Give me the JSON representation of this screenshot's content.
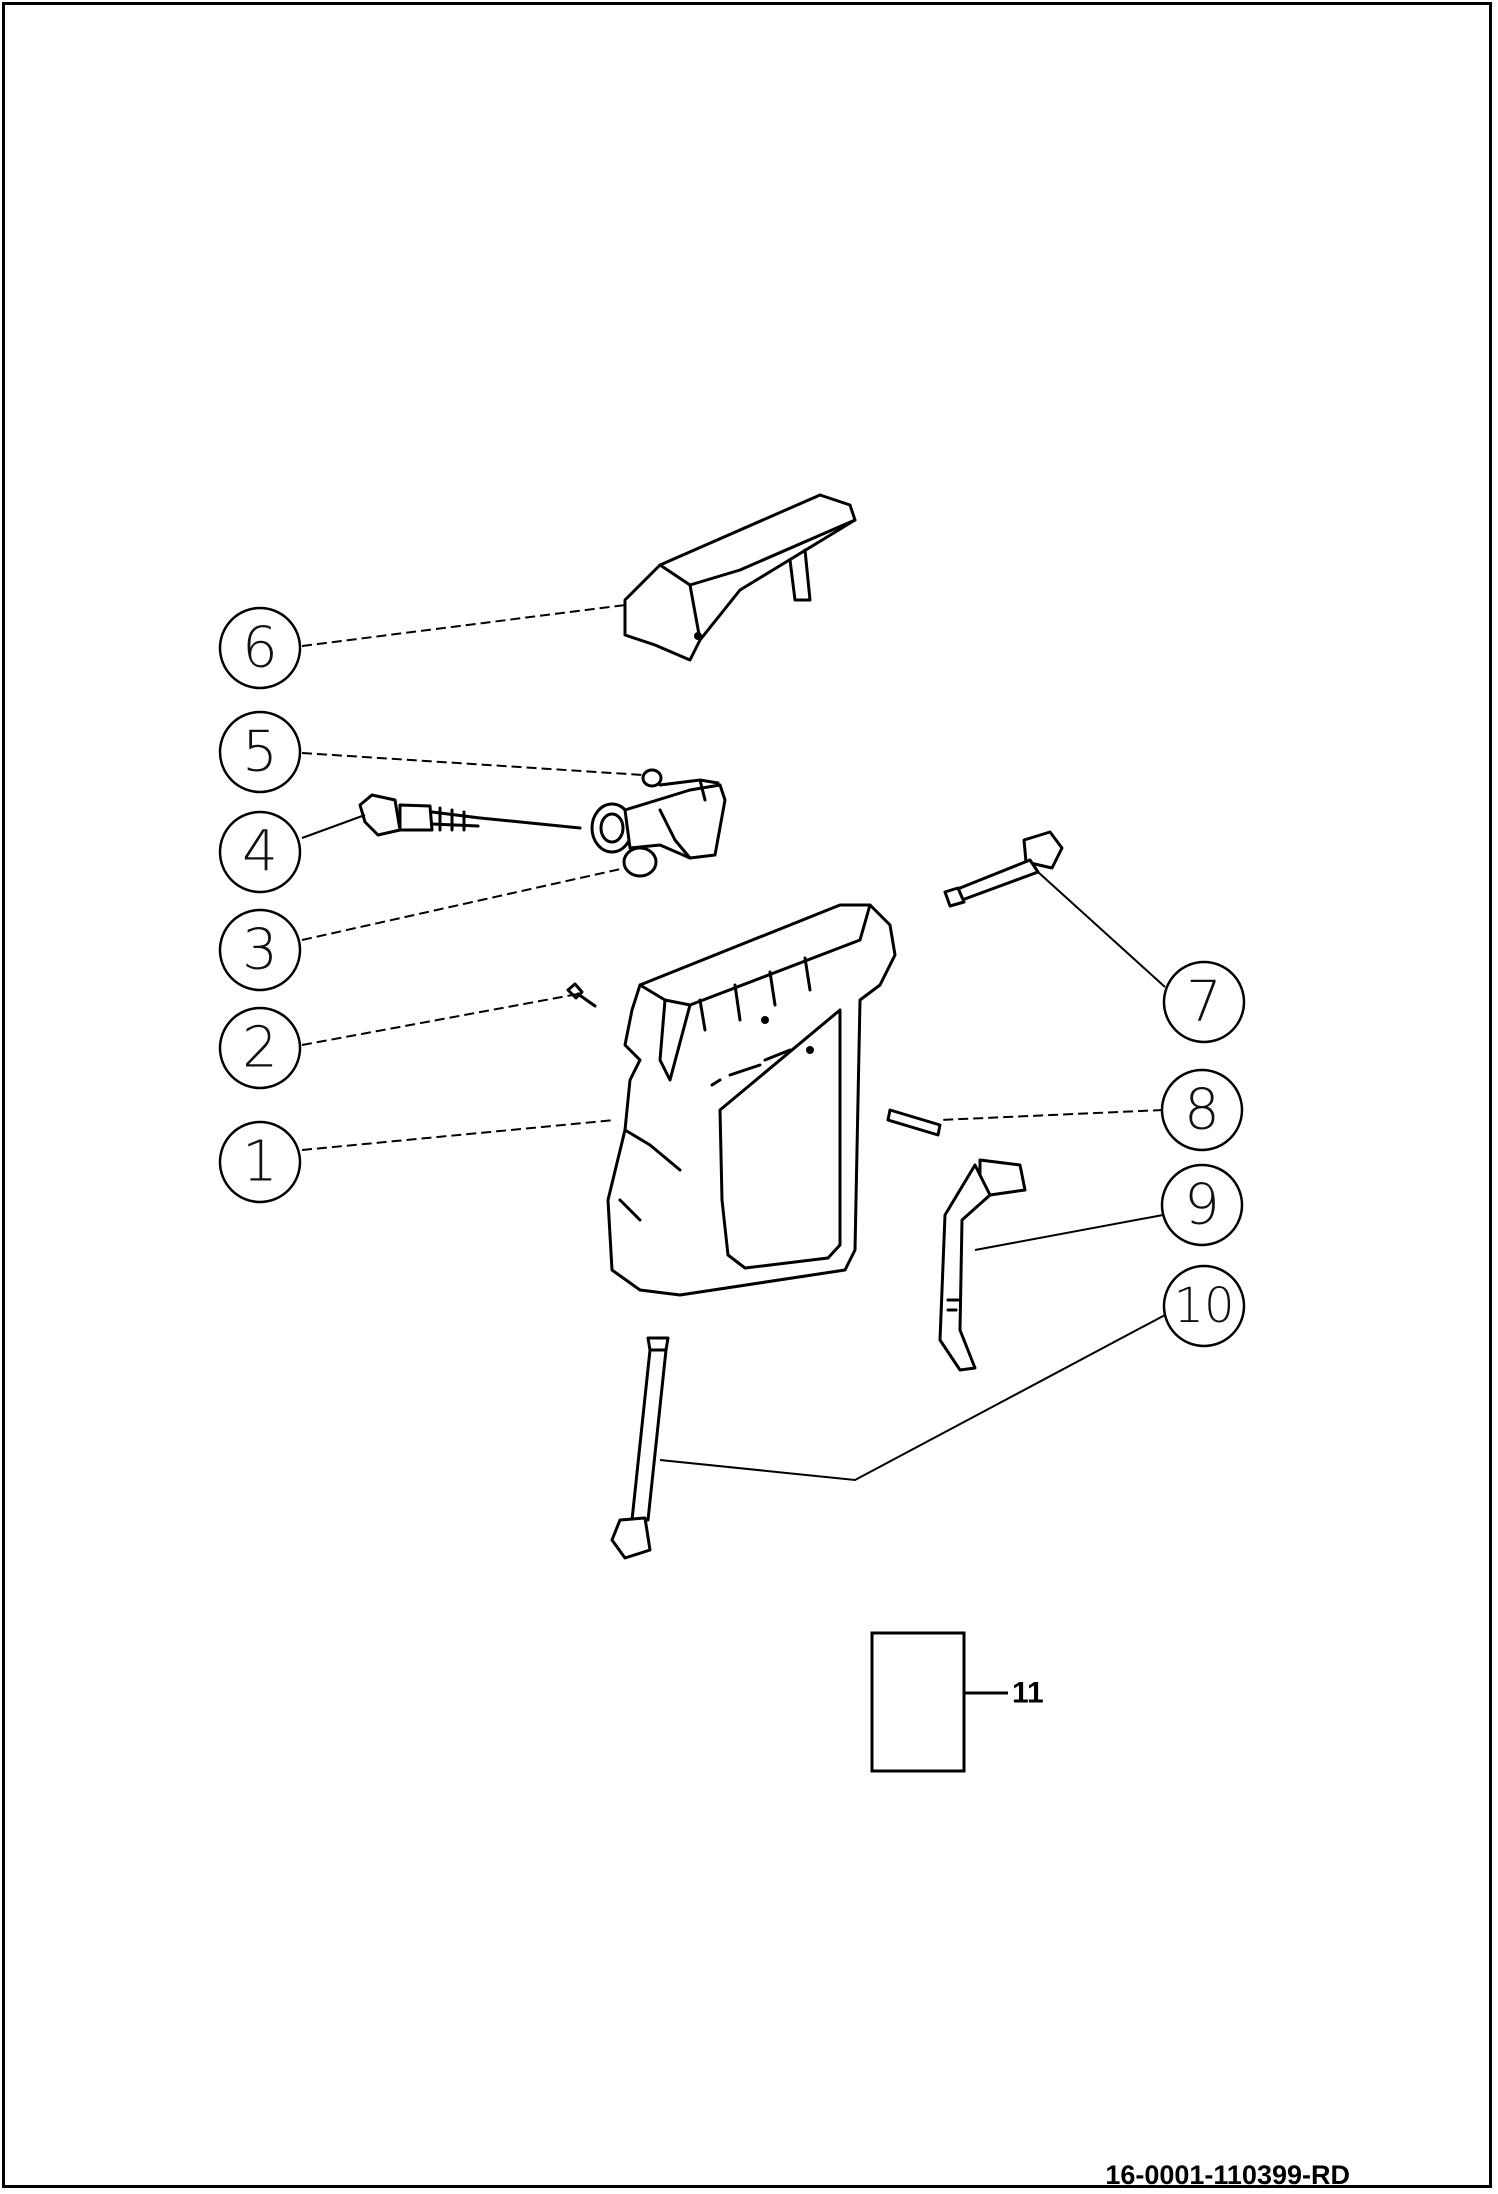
{
  "callouts": [
    {
      "label": "1",
      "part": "gun-body"
    },
    {
      "label": "2",
      "part": "screw"
    },
    {
      "label": "3",
      "part": "valve-body"
    },
    {
      "label": "4",
      "part": "valve-stem"
    },
    {
      "label": "5",
      "part": "plug"
    },
    {
      "label": "6",
      "part": "trigger-guard"
    },
    {
      "label": "7",
      "part": "outlet-fitting"
    },
    {
      "label": "8",
      "part": "pin"
    },
    {
      "label": "9",
      "part": "trigger"
    },
    {
      "label": "10",
      "part": "inlet-tube"
    }
  ],
  "box_item": {
    "label": "11"
  },
  "drawing_number": "16-0001-110399-RD"
}
